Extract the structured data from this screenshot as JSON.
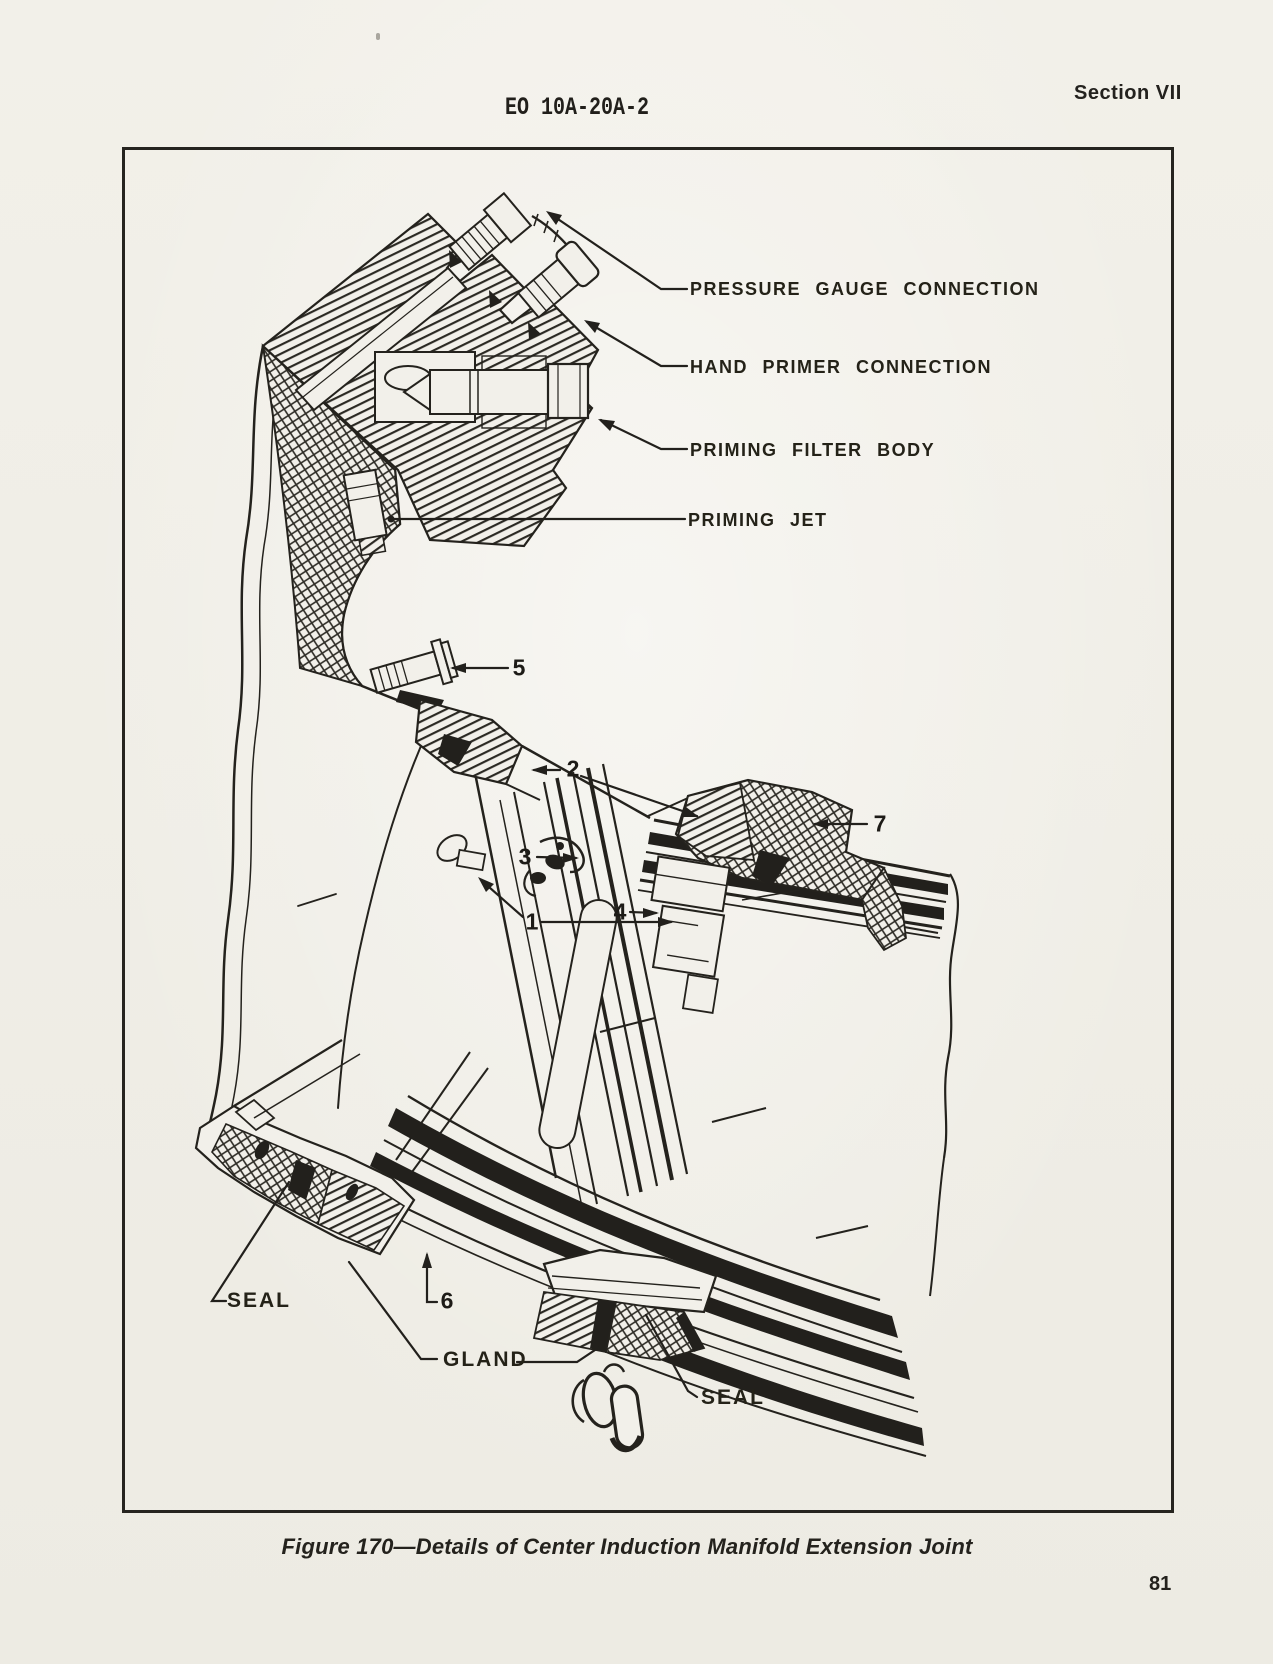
{
  "page": {
    "header_code": "EO 10A-20A-2",
    "section_header": "Section VII",
    "page_number": "81",
    "caption": "Figure 170—Details of Center Induction Manifold Extension Joint"
  },
  "figure": {
    "labels": {
      "pressure_gauge_connection": "PRESSURE GAUGE CONNECTION",
      "hand_primer_connection": "HAND PRIMER CONNECTION",
      "priming_filter_body": "PRIMING FILTER BODY",
      "priming_jet": "PRIMING JET",
      "seal_left": "SEAL",
      "gland": "GLAND",
      "seal_right": "SEAL"
    },
    "callouts": {
      "c1": "1",
      "c2": "2",
      "c3": "3",
      "c4": "4",
      "c5": "5",
      "c6": "6",
      "c7": "7"
    },
    "colors": {
      "ink": "#22201c",
      "paper": "#f2f0ea"
    }
  }
}
